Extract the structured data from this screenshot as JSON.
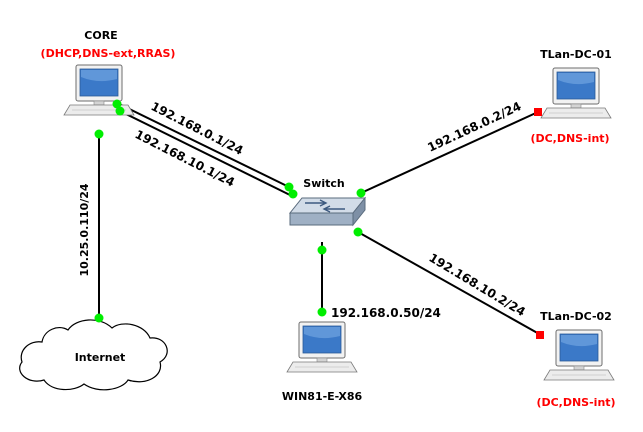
{
  "colors": {
    "link": "#000000",
    "port_up": "#00ee00",
    "port_down": "#ff0000",
    "role_text": "#ff0000",
    "text": "#000000"
  },
  "nodes": {
    "core": {
      "name": "CORE",
      "roles": "(DHCP,DNS-ext,RRAS)",
      "icon": "desktop-computer-icon"
    },
    "dc01": {
      "name": "TLan-DC-01",
      "roles": "(DC,DNS-int)",
      "icon": "desktop-computer-icon"
    },
    "dc02": {
      "name": "TLan-DC-02",
      "roles": "(DC,DNS-int)",
      "icon": "desktop-computer-icon"
    },
    "win81": {
      "name": "WIN81-E-X86",
      "icon": "desktop-computer-icon"
    },
    "switch": {
      "name": "Switch",
      "icon": "network-switch-icon"
    },
    "internet": {
      "name": "Internet",
      "icon": "cloud-icon"
    }
  },
  "links": {
    "core_switch_a": {
      "label": "192.168.0.1/24"
    },
    "core_switch_b": {
      "label": "192.168.10.1/24"
    },
    "core_internet": {
      "label": "10.25.0.110/24"
    },
    "switch_dc01": {
      "label": "192.168.0.2/24"
    },
    "switch_dc02": {
      "label": "192.168.10.2/24"
    },
    "switch_win81": {
      "label": "192.168.0.50/24"
    }
  }
}
